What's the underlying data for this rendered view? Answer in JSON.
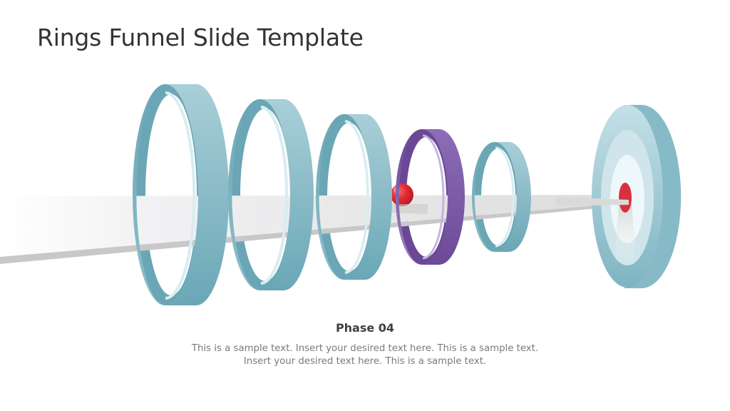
{
  "slide": {
    "title": "Rings Funnel Slide Template"
  },
  "diagram": {
    "rings": [
      {
        "id": "ring-1",
        "color": "#7fb5c2",
        "highlight": false
      },
      {
        "id": "ring-2",
        "color": "#7fb5c2",
        "highlight": false
      },
      {
        "id": "ring-3",
        "color": "#7fb5c2",
        "highlight": false
      },
      {
        "id": "ring-4",
        "color": "#7b5aa6",
        "highlight": true
      },
      {
        "id": "ring-5",
        "color": "#7fb5c2",
        "highlight": false
      }
    ],
    "target": {
      "color": "#a9d0da",
      "bullseye_color": "#d7313e"
    },
    "ball": {
      "color": "#e02b36"
    },
    "beam": {
      "color": "#e8e8e8"
    }
  },
  "phase": {
    "title": "Phase 04",
    "description_lines": [
      "This is a sample text. Insert your desired text here. This is a sample text.",
      "Insert your desired text here. This is a sample text."
    ]
  },
  "colors": {
    "teal": "#7fb5c2",
    "teal_dark": "#6aa6b5",
    "teal_light": "#c9e3ea",
    "purple": "#7b5aa6",
    "purple_light": "#b7a3d3",
    "red": "#e02b36",
    "title_text": "#333333",
    "body_text": "#7a7a7a"
  }
}
